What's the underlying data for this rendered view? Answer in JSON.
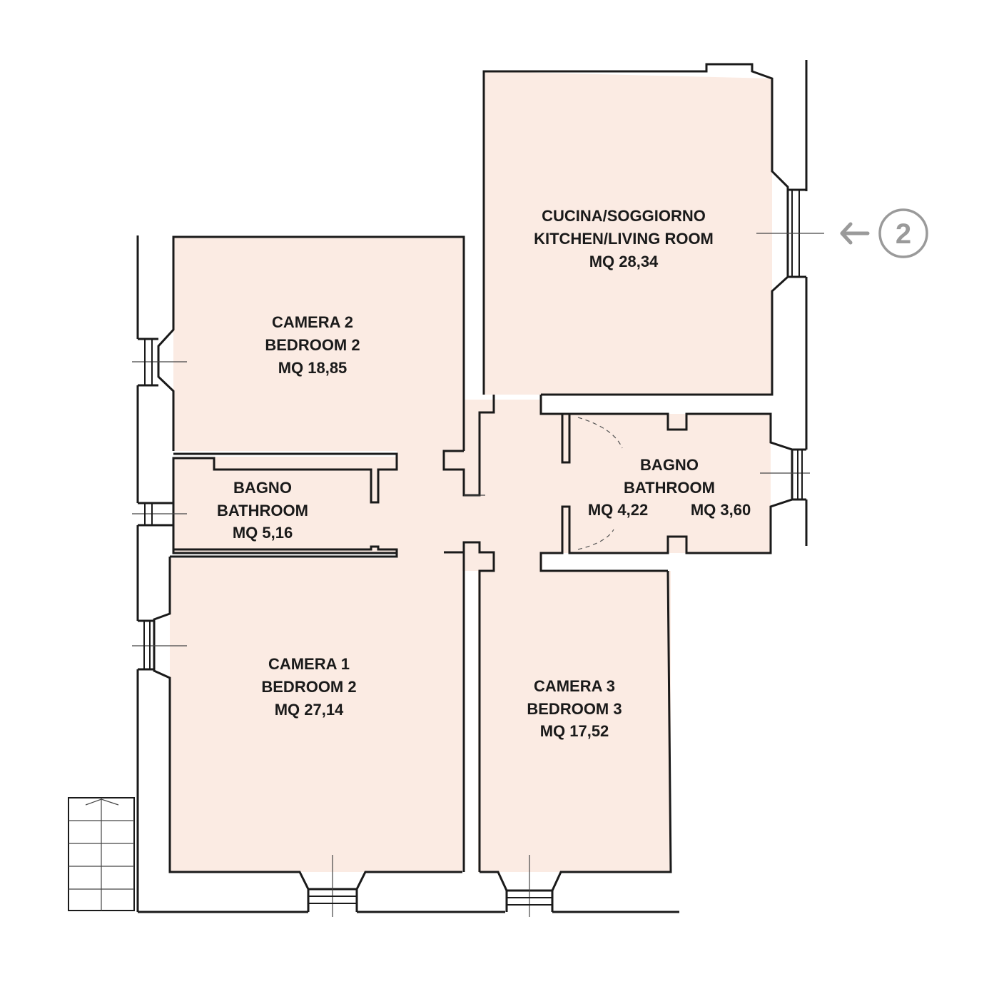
{
  "rooms": {
    "kitchen": {
      "line1": "CUCINA/SOGGIORNO",
      "line2": "KITCHEN/LIVING ROOM",
      "area": "MQ 28,34"
    },
    "bedroom2": {
      "line1": "CAMERA 2",
      "line2": "BEDROOM 2",
      "area": "MQ 18,85"
    },
    "bathroom_left": {
      "line1": "BAGNO",
      "line2": "BATHROOM",
      "area": "MQ 5,16"
    },
    "bathroom_right": {
      "line1": "BAGNO",
      "line2": "BATHROOM",
      "area_hall": "MQ 4,22",
      "area_bath": "MQ 3,60"
    },
    "bedroom1": {
      "line1": "CAMERA 1",
      "line2": "BEDROOM 2",
      "area": "MQ 27,14"
    },
    "bedroom3": {
      "line1": "CAMERA 3",
      "line2": "BEDROOM 3",
      "area": "MQ 17,52"
    }
  },
  "entrance_marker": {
    "number": "2",
    "icon": "left-arrow-icon"
  },
  "colors": {
    "room_fill": "#fbebe3",
    "wall": "#1a1a1a",
    "marker": "#9a9a9a"
  }
}
